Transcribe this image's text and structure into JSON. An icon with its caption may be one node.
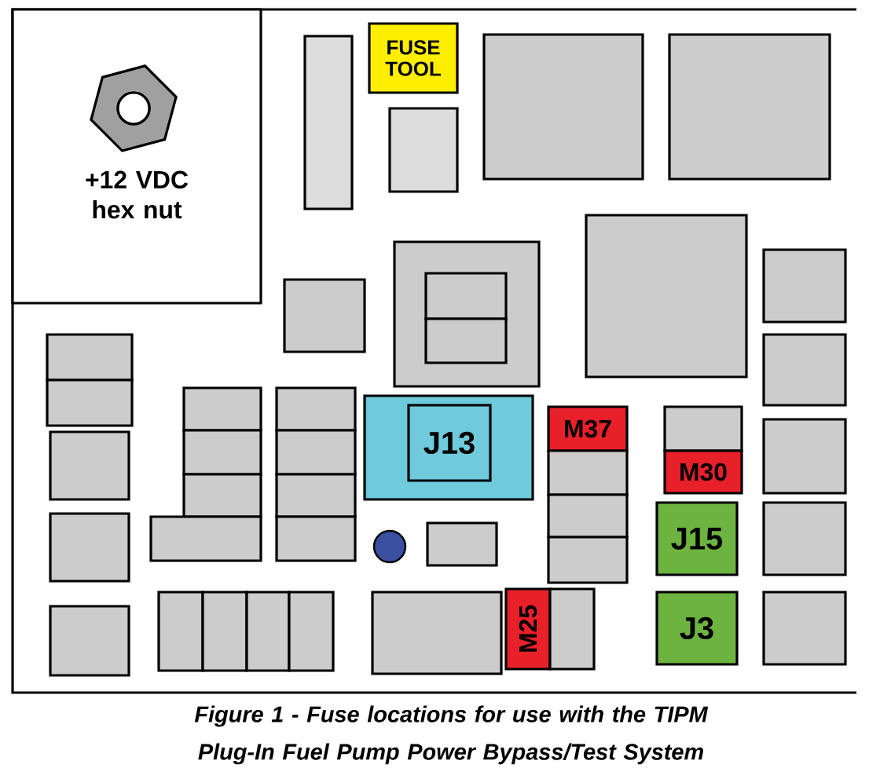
{
  "diagram": {
    "caption": "Figure 1 - Fuse locations for use with the TIPM Plug-In Fuel Pump Power Bypass/Test System",
    "nodes": [
      {
        "text": [
          "+12 VDC hex nut"
        ]
      },
      {
        "text": [],
        "shape": "box"
      },
      {
        "text": [
          "FUSE TOOL"
        ]
      },
      {
        "text": [],
        "shape": "box"
      },
      {
        "text": [],
        "shape": "box"
      },
      {
        "text": [],
        "shape": "box"
      },
      {
        "text": [],
        "shape": "box"
      },
      {
        "text": [],
        "shape": "box"
      },
      {
        "text": [],
        "shape": "box",
        "in": 7
      },
      {
        "text": [],
        "shape": "box",
        "in": 7
      },
      {
        "text": [],
        "shape": "box"
      },
      {
        "text": [],
        "shape": "box"
      },
      {
        "text": [],
        "shape": "box"
      },
      {
        "text": [],
        "shape": "box"
      },
      {
        "text": [],
        "shape": "box"
      },
      {
        "text": [],
        "shape": "box"
      },
      {
        "text": [],
        "shape": "box"
      },
      {
        "text": [],
        "shape": "box"
      },
      {
        "text": [],
        "shape": "box"
      },
      {
        "text": [],
        "shape": "box"
      },
      {
        "text": [],
        "shape": "box"
      },
      {
        "text": [],
        "shape": "box"
      },
      {
        "text": [
          "J13"
        ],
        "in": 21
      },
      {
        "text": [
          "M37"
        ]
      },
      {
        "text": [],
        "shape": "box"
      },
      {
        "text": [],
        "shape": "box"
      },
      {
        "text": [],
        "shape": "box"
      },
      {
        "text": [],
        "shape": "box"
      },
      {
        "text": [
          "M30"
        ]
      },
      {
        "text": [],
        "shape": "box"
      },
      {
        "text": [],
        "shape": "box"
      },
      {
        "text": [],
        "shape": "box"
      },
      {
        "text": [
          "J15"
        ]
      },
      {
        "text": [],
        "shape": "box"
      },
      {
        "text": [],
        "shape": "box"
      },
      {
        "text": [],
        "shape": "circle"
      },
      {
        "text": [],
        "shape": "box"
      },
      {
        "text": [],
        "shape": "box"
      },
      {
        "text": [],
        "shape": "box"
      },
      {
        "text": [],
        "shape": "box"
      },
      {
        "text": [],
        "shape": "box"
      },
      {
        "text": [],
        "shape": "box"
      },
      {
        "text": [],
        "shape": "box"
      },
      {
        "text": [
          "M25"
        ]
      },
      {
        "text": [],
        "shape": "box"
      },
      {
        "text": [
          "J3"
        ]
      },
      {
        "text": [],
        "shape": "box"
      },
      {
        "text": [],
        "shape": "box"
      }
    ]
  }
}
